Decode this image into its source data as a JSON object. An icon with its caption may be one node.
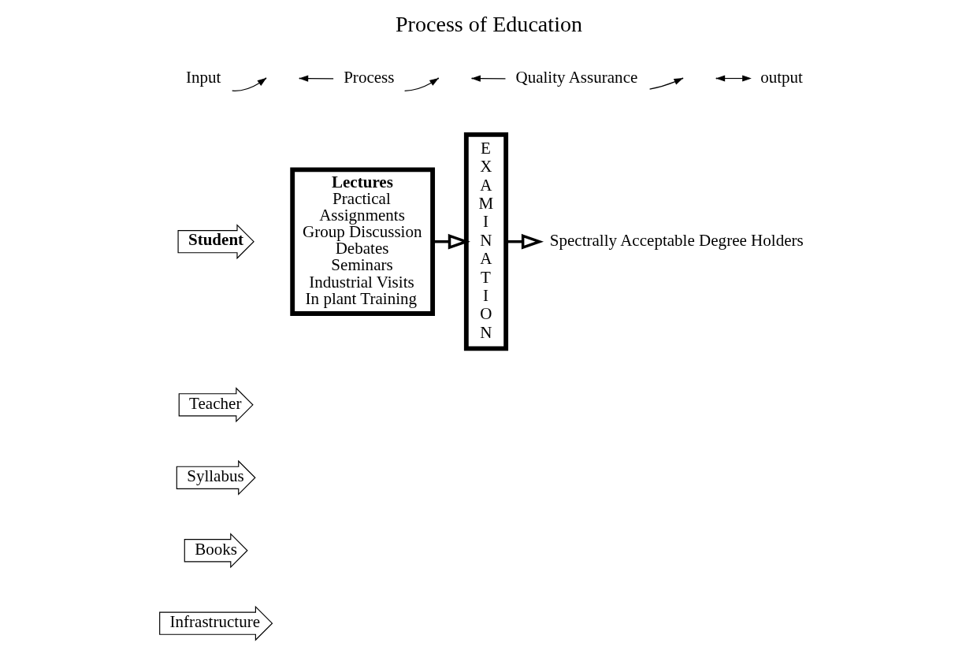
{
  "diagram": {
    "title": "Process of Education",
    "nodes": [
      {
        "text": [
          "Input"
        ]
      },
      {
        "text": [
          "Process"
        ]
      },
      {
        "text": [
          "Quality Assurance"
        ]
      },
      {
        "text": [
          "output"
        ]
      },
      {
        "text": [
          "Student"
        ]
      },
      {
        "text": [
          "Teacher"
        ]
      },
      {
        "text": [
          "Syllabus"
        ]
      },
      {
        "text": [
          "Books"
        ]
      },
      {
        "text": [
          "Infrastructure"
        ]
      },
      {
        "text": [
          "Lectures",
          "Practical",
          "Assignments",
          "Group Discussion",
          "Debates",
          "Seminars",
          "Industrial Visits",
          "In plant Training"
        ]
      },
      {
        "text": [
          "EXAMINATION"
        ]
      },
      {
        "text": [
          "Spectrally Acceptable Degree Holders"
        ]
      }
    ],
    "edges": [
      {
        "from": 0,
        "to": null,
        "arrow": "to"
      },
      {
        "from": 1,
        "to": null,
        "arrow": "to"
      },
      {
        "from": 1,
        "to": null,
        "arrow": "to"
      },
      {
        "from": 2,
        "to": null,
        "arrow": "to"
      },
      {
        "from": 2,
        "to": null,
        "arrow": "to"
      },
      {
        "from": null,
        "to": 3,
        "arrow": "both"
      },
      {
        "from": 9,
        "to": 10,
        "arrow": "to",
        "style": "thick"
      },
      {
        "from": 10,
        "to": 11,
        "arrow": "to",
        "style": "thick"
      }
    ]
  }
}
